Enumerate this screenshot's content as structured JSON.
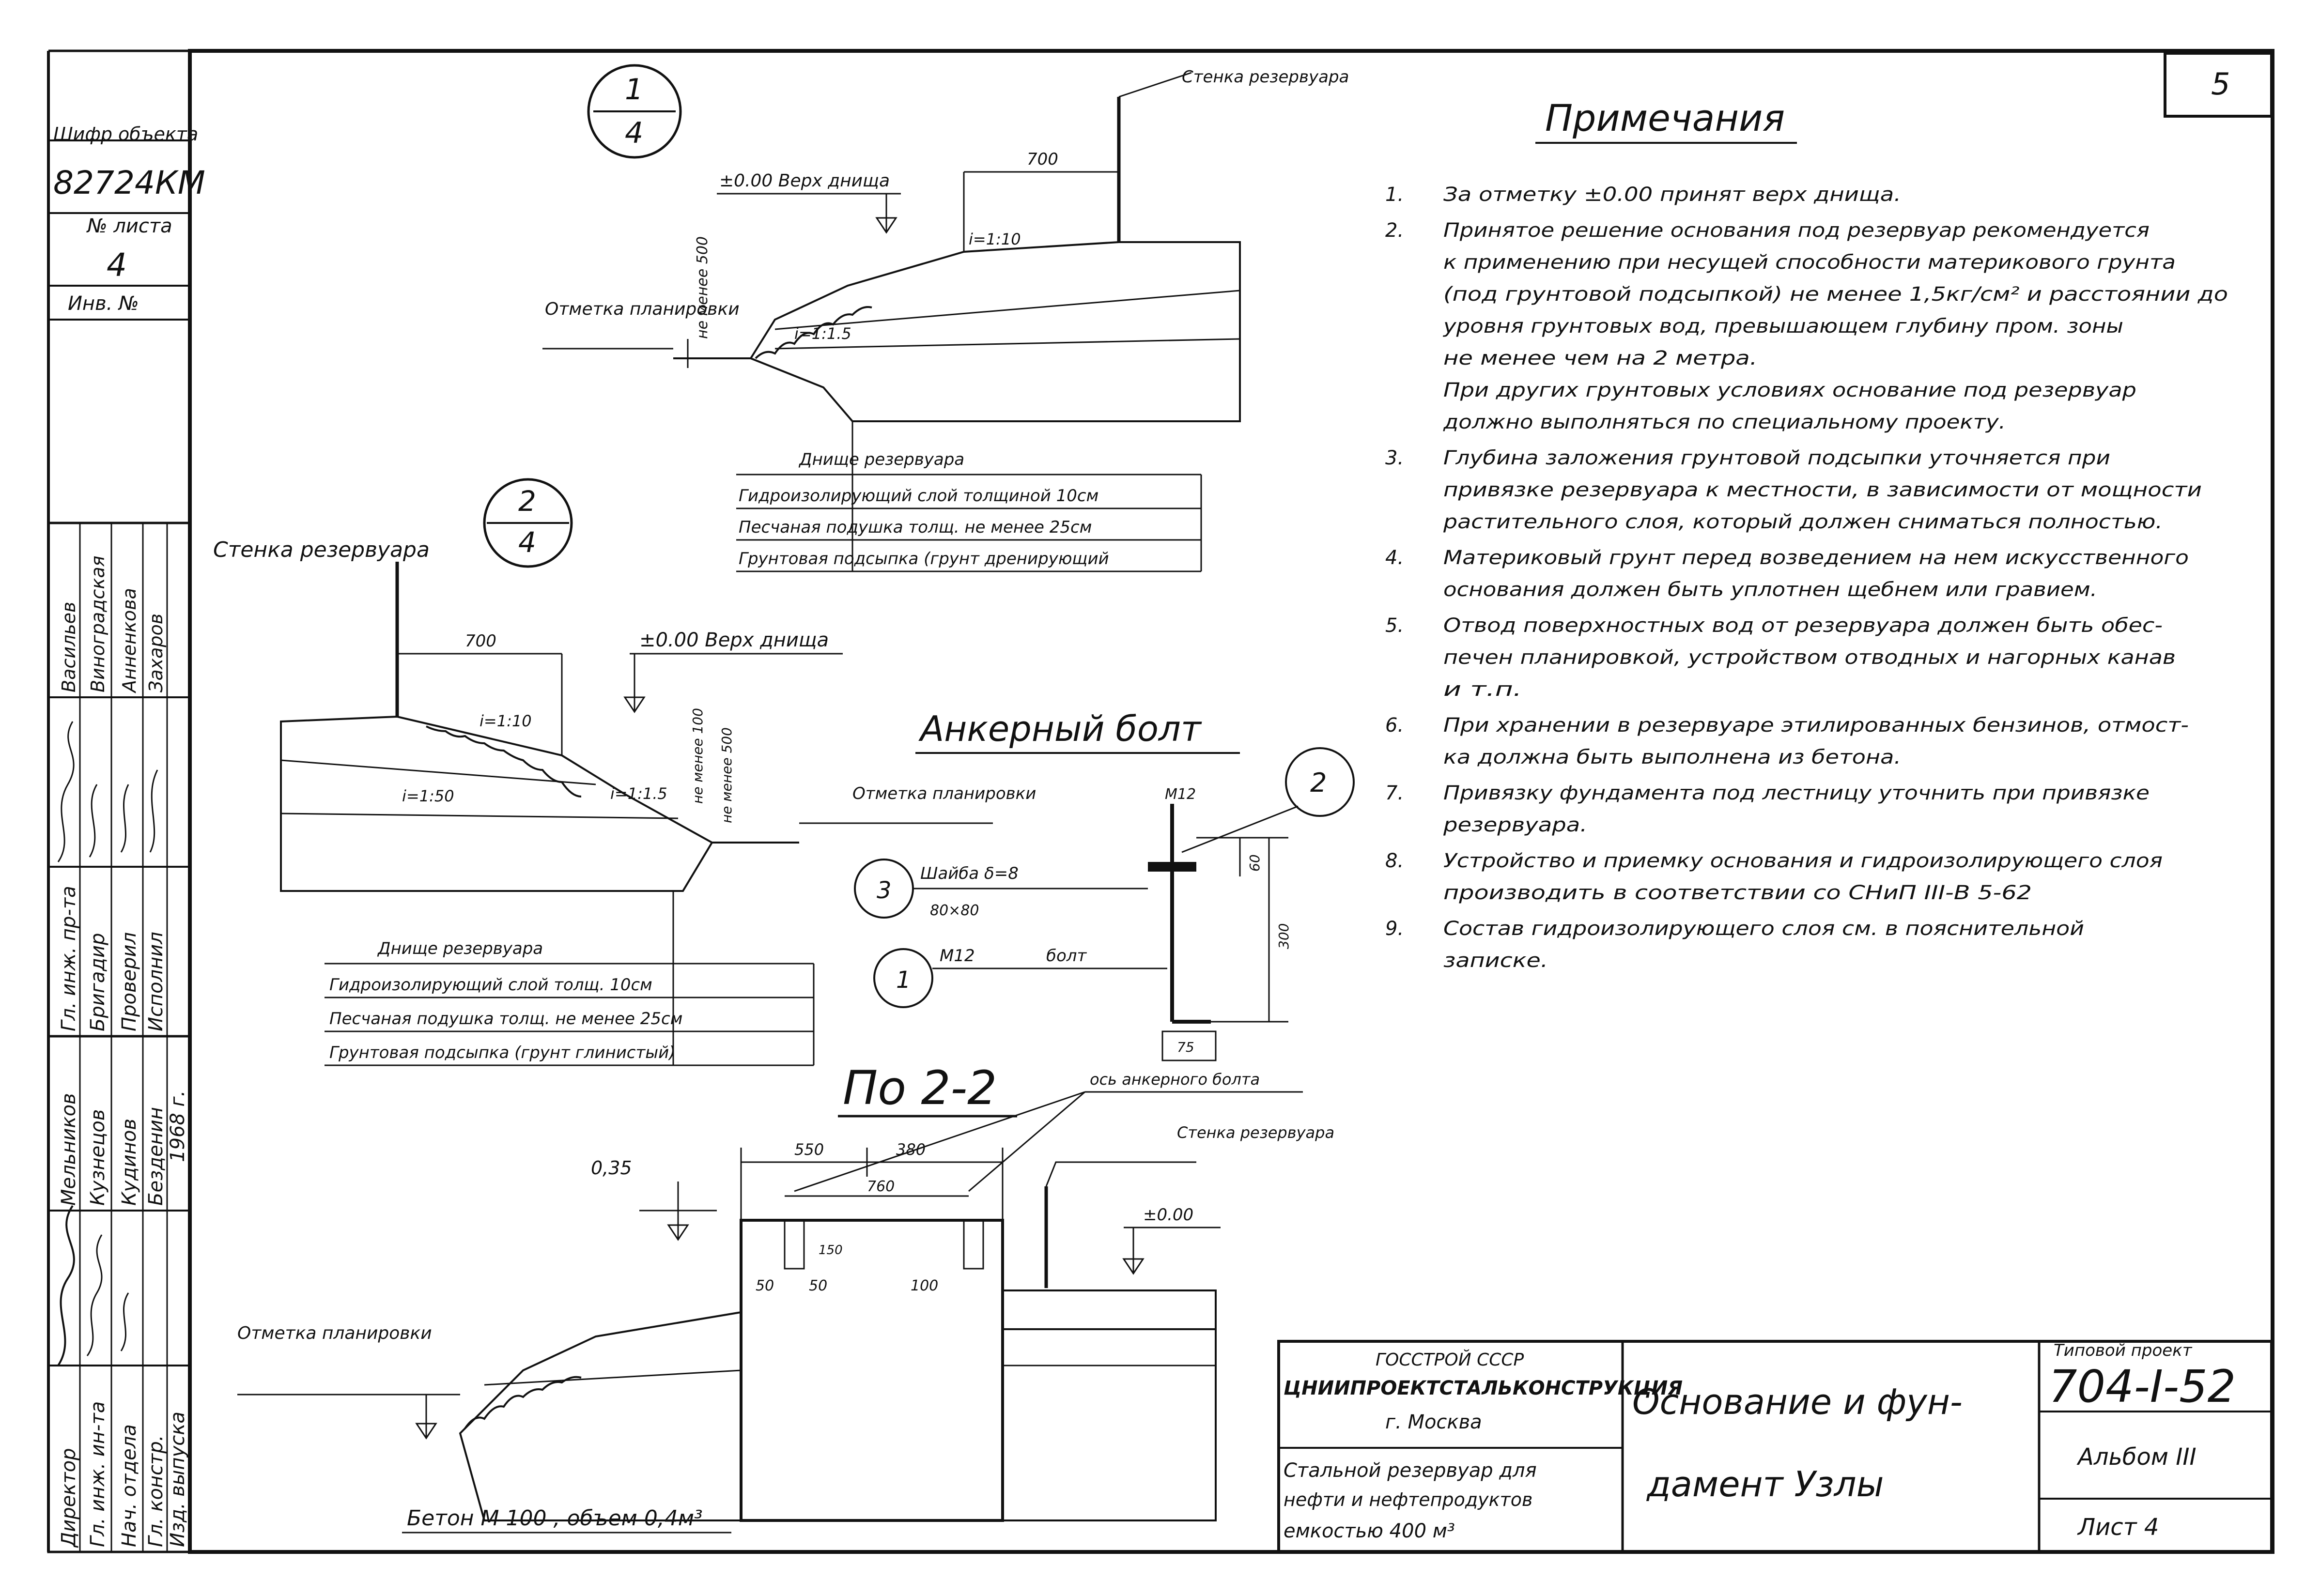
{
  "sheet_corner": "5",
  "left_stamp": {
    "object_code_label": "Шифр объекта",
    "object_code": "82724КМ",
    "sheet_no_label": "№ листа",
    "sheet_no": "4",
    "inv_label": "Инв. №",
    "roles": [
      "Директор",
      "Гл. инж. ин-та",
      "Нач. отдела",
      "Гл. констр.",
      "Гл. инж. пр-та",
      "Бригадир",
      "Проверил",
      "Исполнил"
    ],
    "names": [
      "Мельников",
      "Кузнецов",
      "Кудинов",
      "Безденин",
      "Васильев",
      "Виноградская",
      "Анненкова",
      "Захаров"
    ],
    "issue_label": "Изд. выпуска",
    "year": "1968 г."
  },
  "node1": {
    "mark_top": "1",
    "mark_bottom": "4",
    "wall": "Стенка резервуара",
    "level": "±0.00 Верх днища",
    "dim_700": "700",
    "dim_500": "не менее 500",
    "slope1": "i=1:10",
    "slope2": "i=1:1.5",
    "grade_mark": "Отметка планировки",
    "layers": [
      "Днище резервуара",
      "Гидроизолирующий слой толщиной 10см",
      "Песчаная подушка толщ. не менее 25см",
      "Грунтовая подсыпка (грунт дренирующий"
    ]
  },
  "node2": {
    "mark_top": "2",
    "mark_bottom": "4",
    "wall": "Стенка резервуара",
    "level": "±0.00 Верх днища",
    "dim_700": "700",
    "slope1": "i=1:10",
    "slope2": "i=1:1.5",
    "slope3": "i=1:50",
    "dim_100": "не менее 100",
    "dim_500": "не менее 500",
    "grade_mark": "Отметка планировки",
    "layers": [
      "Днище резервуара",
      "Гидроизолирующий слой толщ. 10см",
      "Песчаная подушка толщ. не менее 25см",
      "Грунтовая подсыпка (грунт глинистый)"
    ]
  },
  "anchor": {
    "title": "Анкерный болт",
    "m12_top": "М12",
    "node_mark": "2",
    "washer_no": "3",
    "washer": "Шайба δ=8",
    "washer_size": "80×80",
    "bolt_no": "1",
    "bolt_size": "М12",
    "bolt": "болт",
    "dim_60": "60",
    "dim_300": "300",
    "dim_75": "75"
  },
  "section": {
    "title": "По 2-2",
    "axis": "ось анкерного болта",
    "wall": "Стенка резервуара",
    "level": "±0.00",
    "dim_035": "0,35",
    "dim_550": "550",
    "dim_380": "380",
    "dim_760": "760",
    "dim_150": "150",
    "dim_50a": "50",
    "dim_50b": "50",
    "dim_100": "100",
    "grade_mark": "Отметка планировки",
    "concrete": "Бетон М 100 , объем 0,4м³"
  },
  "notes": {
    "title": "Примечания",
    "items": [
      {
        "n": "1.",
        "lines": [
          "За отметку ±0.00 принят верх днища."
        ]
      },
      {
        "n": "2.",
        "lines": [
          "Принятое решение основания под резервуар рекомендуется",
          "к применению при несущей способности материкового грунта",
          "(под грунтовой подсыпкой) не менее 1,5кг/см² и расстоянии до",
          "уровня грунтовых вод, превышающем глубину пром. зоны",
          "не менее чем на 2 метра.",
          "При других грунтовых условиях основание под резервуар",
          "должно выполняться по специальному проекту."
        ]
      },
      {
        "n": "3.",
        "lines": [
          "Глубина заложения грунтовой подсыпки уточняется при",
          "привязке резервуара к местности, в зависимости от мощности",
          "растительного слоя, который должен сниматься полностью."
        ]
      },
      {
        "n": "4.",
        "lines": [
          "Материковый грунт перед возведением на нем искусственного",
          "основания должен быть уплотнен щебнем или гравием."
        ]
      },
      {
        "n": "5.",
        "lines": [
          "Отвод поверхностных вод от резервуара должен быть обес-",
          "печен планировкой, устройством отводных и нагорных канав",
          "и т.п."
        ]
      },
      {
        "n": "6.",
        "lines": [
          "При хранении в резервуаре этилированных бензинов, отмост-",
          "ка должна быть выполнена из бетона."
        ]
      },
      {
        "n": "7.",
        "lines": [
          "Привязку фундамента под лестницу уточнить при привязке",
          "резервуара."
        ]
      },
      {
        "n": "8.",
        "lines": [
          "Устройство и приемку основания и гидроизолирующего слоя",
          "производить в соответствии со СНиП III-В 5-62"
        ]
      },
      {
        "n": "9.",
        "lines": [
          "Состав гидроизолирующего слоя см. в пояснительной",
          "записке."
        ]
      }
    ]
  },
  "title_block": {
    "org1": "ГОССТРОЙ СССР",
    "org2": "ЦНИИПРОЕКТСТАЛЬКОНСТРУКЦИЯ",
    "org3": "г. Москва",
    "object1": "Стальной резервуар для",
    "object2": "нефти и нефтепродуктов",
    "object3": "емкостью 400 м³",
    "name1": "Основание и фун-",
    "name2": "дамент Узлы",
    "project_label": "Типовой проект",
    "project": "704-I-52",
    "album": "Альбом III",
    "sheet": "Лист 4"
  }
}
